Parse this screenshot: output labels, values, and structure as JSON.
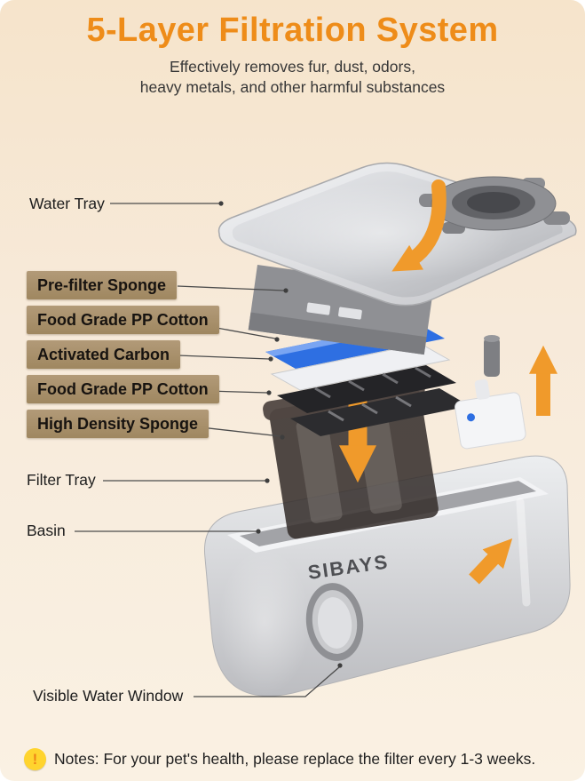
{
  "header": {
    "title": "5-Layer Filtration System",
    "subtitle_line1": "Effectively removes fur, dust, odors,",
    "subtitle_line2": "heavy metals, and other harmful substances"
  },
  "labels": {
    "water_tray": "Water Tray",
    "filter_layers": [
      "Pre-filter Sponge",
      "Food Grade PP Cotton",
      "Activated Carbon",
      "Food Grade PP Cotton",
      "High Density Sponge"
    ],
    "filter_tray": "Filter Tray",
    "basin": "Basin",
    "visible_water_window": "Visible Water Window"
  },
  "diagram": {
    "brand": "SIBAYS"
  },
  "note": {
    "icon": "warning-exclamation",
    "icon_glyph": "!",
    "text": "Notes: For your pet's health, please replace the filter every 1-3 weeks."
  },
  "colors": {
    "title_orange": "#EE8C19",
    "label_box_tan": "#A68E69",
    "arrow_orange": "#F09A2B",
    "filter_blue": "#2E6FE2",
    "background_top": "#F6E4CB",
    "background_bottom": "#FAF1E3",
    "note_icon_yellow": "#FFD42E"
  }
}
